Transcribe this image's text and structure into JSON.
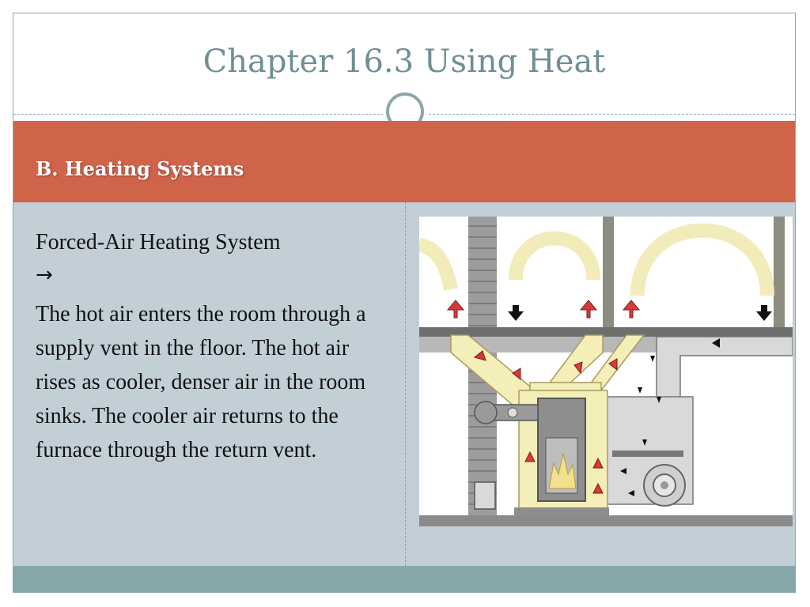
{
  "slide": {
    "title": "Chapter 16.3 Using Heat",
    "section_header": "B. Heating Systems",
    "content": {
      "heading": "Forced-Air Heating System",
      "arrow_glyph": "→",
      "body": "The hot air enters the room through a supply vent in the floor. The hot air rises as cooler, denser air in the room sinks. The cooler air returns to the furnace through the return vent."
    },
    "figure": {
      "icon": "forced-air-heating-diagram"
    },
    "colors": {
      "title": "#6e8f94",
      "header_band": "#d0644a",
      "content_bg": "#c3cfd6",
      "footer_band": "#86a8aa",
      "hot_air_arrow": "#d83a3a",
      "cool_air_arrow": "#111111",
      "duct_hot": "#f4eeb8",
      "duct_cold": "#d9d9d9"
    }
  }
}
